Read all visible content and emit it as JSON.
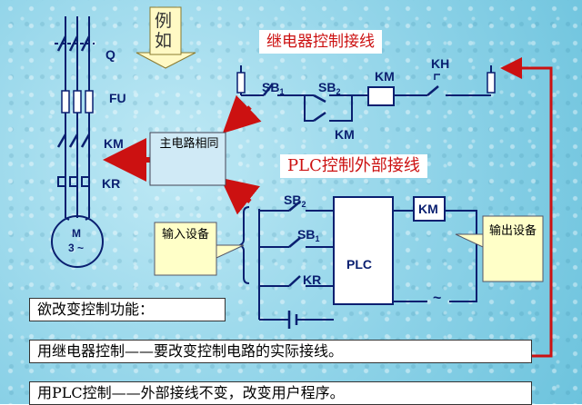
{
  "example_label": "例如",
  "relay_title": "继电器控制接线",
  "plc_title": "PLC控制外部接线",
  "main_circuit_note": "主电路相同",
  "input_device_note": "输入设备",
  "output_device_note": "输出设备",
  "control_function": "欲改变控制功能：",
  "relay_line": "用继电器控制——要改变控制电路的实际接线。",
  "plc_line": "用PLC控制——外部接线不变，改变用户程序。",
  "labels": {
    "q": "Q",
    "fu": "FU",
    "km": "KM",
    "kr": "KR",
    "motor_m": "M",
    "motor_3": "3 ~",
    "sb": "SB",
    "sb1_sub": "1",
    "sb2_sub": "2",
    "km_coil": "KM",
    "kh": "KH",
    "km_contact": "KM",
    "plc": "PLC",
    "plc_sb2": "SB",
    "plc_sb1": "SB",
    "plc_kr": "KR",
    "out_km": "KM",
    "ac": "~"
  },
  "colors": {
    "wire": "#0a1f70",
    "arrow": "#cc1111",
    "callout": "#ffffc8",
    "title_text": "#cc1111"
  }
}
